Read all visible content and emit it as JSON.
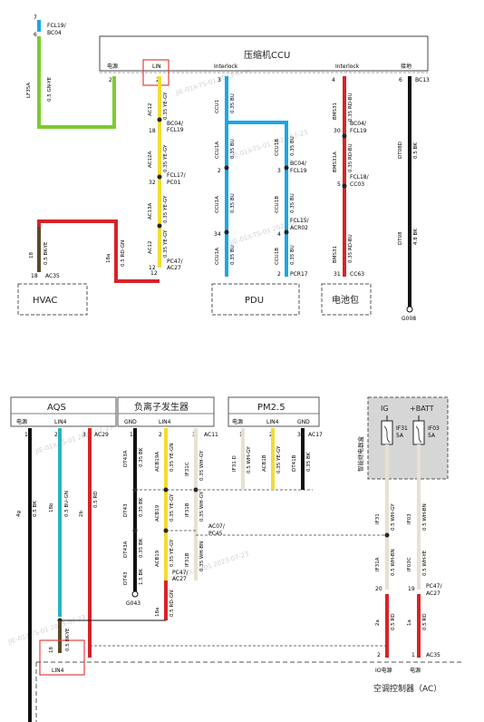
{
  "top": {
    "fcl19_top": "FCL19/\nBC04",
    "ccu_title": "压缩机CCU",
    "ccu_pins": {
      "power": "电源",
      "lin": "LIN",
      "interlock1": "Interlock",
      "interlock2": "Interlock",
      "ground": "接地"
    },
    "lin_pin_num": "2",
    "pin_left_num": "2",
    "pin_interlock1_num": "3",
    "pin_interlock2_num": "4",
    "pin_ground_num": "6",
    "bc13": "BC13",
    "hvac": "HVAC",
    "pdu": "PDU",
    "battery": "电池包",
    "g008": "G008",
    "left_wire": {
      "code": "LF35A",
      "spec": "0.5 GN-YE",
      "num_top": "6"
    },
    "hvac_wire": {
      "code": "18",
      "spec": "0.5 BK-YE",
      "conn": "AC35",
      "pin": "18"
    },
    "red_wire": {
      "code": "18a",
      "spec": "0.5 RD-GN"
    },
    "yellow": {
      "segments": [
        {
          "code": "AC12",
          "spec": "0.35 YE-GY"
        },
        {
          "code": "AC12A",
          "spec": "0.35 YE-GY"
        },
        {
          "code": "AC13A",
          "spec": "0.35 YE-GY"
        },
        {
          "code": "AC12",
          "spec": "0.35 YE-GY"
        }
      ],
      "conns": [
        "BC04/\nFCL19",
        "FCL17/\nPC01",
        "PC47/\nAC27"
      ],
      "pins": [
        "18",
        "32",
        "12",
        "12"
      ]
    },
    "blue": {
      "codes_left": [
        "CCU1",
        "CCU1A",
        "CCU1A",
        "CCU1A"
      ],
      "codes_right": [
        "CCU1B",
        "CCU1B",
        "CCU1B"
      ],
      "spec": "0.35 BU",
      "conns": [
        "BC04/\nFCL19",
        "FCL15/\nACR02",
        "PCR17"
      ],
      "pins": [
        "2",
        "34",
        "3",
        "4",
        "2"
      ]
    },
    "red_right": {
      "codes": [
        "BMS31",
        "BMS31A",
        "BMS31"
      ],
      "spec": "0.35 RD-BU",
      "conns": [
        "BC04/\nFCL19",
        "FCL18/\nCC03",
        "CC63"
      ],
      "pins": [
        "30",
        "5",
        "31"
      ]
    },
    "black_wire": {
      "codes": [
        "DT08D",
        "DT08"
      ],
      "specs": [
        "0.5 BK",
        "4.8 BK"
      ]
    }
  },
  "bottom": {
    "aqs": "AQS",
    "aqs_pins": {
      "power": "电源",
      "lin": "LIN4",
      "ac": "AC29"
    },
    "aqs_pin_nums": [
      "1",
      "2",
      "3"
    ],
    "neg_ion": "负离子发生器",
    "neg_pins": {
      "gnd": "GND",
      "lin": "LIN4",
      "ac11": "AC11"
    },
    "neg_pin_nums": [
      "1",
      "2",
      "3"
    ],
    "pm25": "PM2.5",
    "pm_pins": {
      "power": "电源",
      "lin": "LIN4",
      "gnd": "GND",
      "ac17": "AC17"
    },
    "pm_pin_nums": [
      "1",
      "2",
      "3"
    ],
    "relay_box": "智能继电器盒",
    "ig": "IG",
    "batt": "+BATT",
    "fuse1": {
      "name": "IF31",
      "rating": "5A"
    },
    "fuse2": {
      "name": "IF03",
      "rating": "5A"
    },
    "black_long": {
      "code": "4g",
      "spec": "0.5 BK"
    },
    "teal": {
      "code": "18b",
      "spec": "0.5 BU-GN"
    },
    "red_long": {
      "code": "2b",
      "spec": "0.5 RD"
    },
    "neg_wires": {
      "black": [
        {
          "code": "DT43A",
          "spec": "0.35 BK"
        },
        {
          "code": "DT43",
          "spec": "0.35 BK"
        },
        {
          "code": "DT43A",
          "spec": "0.35 BK"
        },
        {
          "code": "DT43",
          "spec": "1.5 BK"
        }
      ],
      "yellow": [
        {
          "code": "ACB19A",
          "spec": "0.35 YE-GN"
        },
        {
          "code": "ACB19",
          "spec": "0.35 YE-GY"
        },
        {
          "code": "ACB19",
          "spec": "0.35 YE-GY"
        }
      ],
      "white": [
        {
          "code": "IF31C",
          "spec": "0.35 WH-GY"
        },
        {
          "code": "IF31B",
          "spec": "0.35 WH-GY"
        },
        {
          "code": "IF31B",
          "spec": "0.35 WH-BN"
        }
      ],
      "g043": "G043",
      "ac07": "AC07/\nPC45",
      "pc47": "PC47/\nAC27",
      "red18a": {
        "code": "18a",
        "spec": "0.5 RD-GN"
      }
    },
    "pm_wires": {
      "white": {
        "code": "IF31 D",
        "spec": "0.5 WH-GY"
      },
      "yellow": {
        "code": "ACB1B",
        "spec": "0.35 YE-GY"
      },
      "black": {
        "code": "DT41B",
        "spec": "0.35 BK"
      }
    },
    "relay_wires": {
      "w1": {
        "code": "IF31",
        "spec": "0.5 WH-GY"
      },
      "w2": {
        "code": "IF03",
        "spec": "0.5 WH-BN"
      },
      "w3": {
        "code": "IF31A",
        "spec": "0.5 WH-BN"
      },
      "w4": {
        "code": "IF03C",
        "spec": "0.5 WH-YE"
      },
      "r1": {
        "code": "2a",
        "spec": "0.5 RD"
      },
      "r2": {
        "code": "1a",
        "spec": "0.5 RD"
      },
      "pin20": "20",
      "pin19": "19",
      "pc47": "PC47/\nAC27"
    },
    "bottom_connector": {
      "pin": "18",
      "spec": "0.5 BK-YE",
      "lin": "LIN4"
    },
    "ac35": "AC35",
    "io_power": "IO电源",
    "power2": "电源",
    "pin2": "2",
    "pin1": "1",
    "ac_controller": "空调控制器（AC）"
  },
  "watermark": "JIE-01X-TS-01 2023-07-23",
  "colors": {
    "yellow": "#f2dc32",
    "blue": "#1aa7e6",
    "red": "#d8232a",
    "green": "#7ccc2e",
    "black": "#111111",
    "teal": "#27b3c0",
    "white_wire": "#e6e1d2",
    "highlight": "#e34040"
  }
}
